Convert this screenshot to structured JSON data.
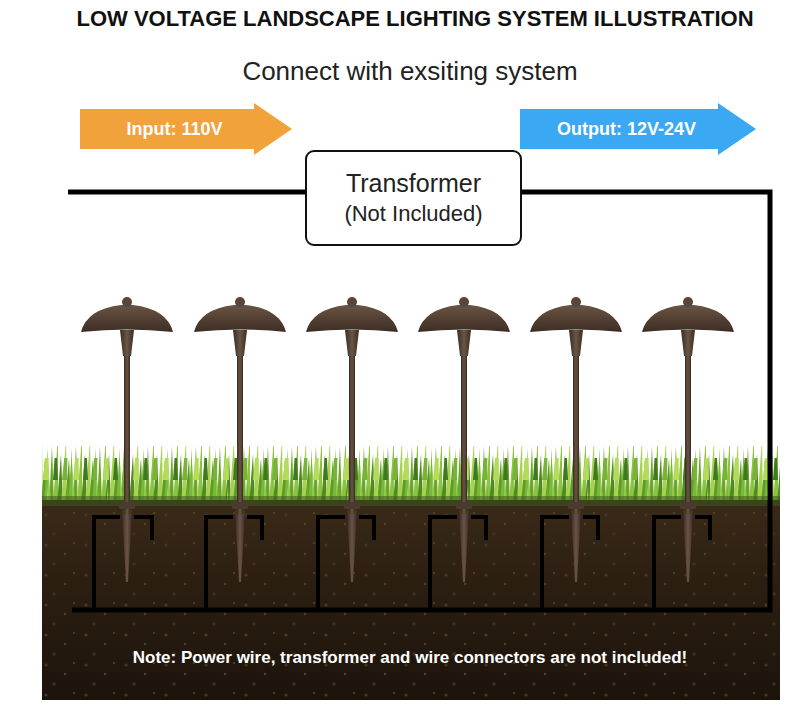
{
  "diagram": {
    "title": "LOW VOLTAGE LANDSCAPE LIGHTING SYSTEM ILLUSTRATION",
    "nodes": [
      {
        "text": [
          "Input: 110V"
        ]
      },
      {
        "text": [
          "Output: 12V-24V"
        ]
      },
      {
        "text": [
          "Transformer",
          "(Not Included)"
        ]
      }
    ],
    "labels": [
      "Connect with exsiting system",
      "Note: Power wire, transformer and wire connectors are not included!"
    ]
  }
}
